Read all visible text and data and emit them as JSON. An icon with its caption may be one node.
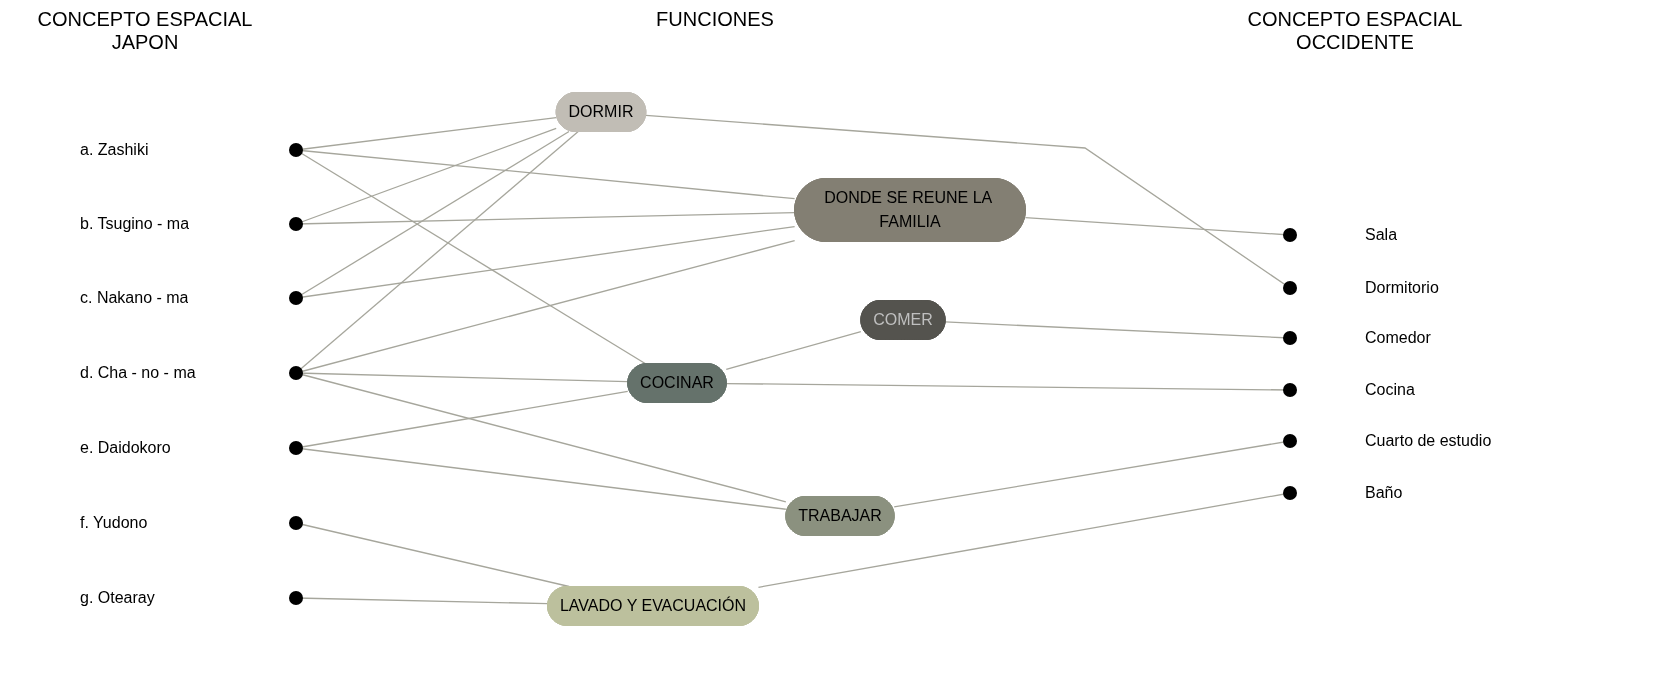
{
  "diagram": {
    "nodes": [
      {
        "text": [
          "a.  Zashiki"
        ]
      },
      {
        "text": [
          "b.  Tsugino - ma"
        ]
      },
      {
        "text": [
          "c.  Nakano - ma"
        ]
      },
      {
        "text": [
          "d.  Cha - no - ma"
        ]
      },
      {
        "text": [
          "e.  Daidokoro"
        ]
      },
      {
        "text": [
          "f.  Yudono"
        ]
      },
      {
        "text": [
          "g.  Otearay"
        ]
      },
      {
        "text": [
          "DORMIR"
        ]
      },
      {
        "text": [
          "DONDE SE REUNE LA FAMILIA"
        ]
      },
      {
        "text": [
          "COMER"
        ]
      },
      {
        "text": [
          "COCINAR"
        ]
      },
      {
        "text": [
          "TRABAJAR"
        ]
      },
      {
        "text": [
          "LAVADO Y EVACUACIÓN"
        ]
      },
      {
        "text": [
          "Sala"
        ]
      },
      {
        "text": [
          "Dormitorio"
        ]
      },
      {
        "text": [
          "Comedor"
        ]
      },
      {
        "text": [
          "Cocina"
        ]
      },
      {
        "text": [
          "Cuarto de estudio"
        ]
      },
      {
        "text": [
          "Baño"
        ]
      }
    ],
    "edges": [
      {
        "from": 0,
        "to": 7,
        "arrow": "none"
      },
      {
        "from": 0,
        "to": 8,
        "arrow": "none"
      },
      {
        "from": 0,
        "to": 10,
        "arrow": "none"
      },
      {
        "from": 1,
        "to": 7,
        "arrow": "none"
      },
      {
        "from": 1,
        "to": 8,
        "arrow": "none"
      },
      {
        "from": 2,
        "to": 7,
        "arrow": "none"
      },
      {
        "from": 2,
        "to": 8,
        "arrow": "none"
      },
      {
        "from": 3,
        "to": 7,
        "arrow": "none"
      },
      {
        "from": 3,
        "to": 8,
        "arrow": "none"
      },
      {
        "from": 3,
        "to": 10,
        "arrow": "none"
      },
      {
        "from": 3,
        "to": 11,
        "arrow": "none"
      },
      {
        "from": 4,
        "to": 10,
        "arrow": "none"
      },
      {
        "from": 4,
        "to": 11,
        "arrow": "none"
      },
      {
        "from": 5,
        "to": 12,
        "arrow": "none"
      },
      {
        "from": 6,
        "to": 12,
        "arrow": "none"
      },
      {
        "from": 7,
        "to": 14,
        "arrow": "none"
      },
      {
        "from": 8,
        "to": 13,
        "arrow": "none"
      },
      {
        "from": 10,
        "to": 9,
        "arrow": "none"
      },
      {
        "from": 9,
        "to": 15,
        "arrow": "none"
      },
      {
        "from": 10,
        "to": 16,
        "arrow": "none"
      },
      {
        "from": 11,
        "to": 17,
        "arrow": "none"
      },
      {
        "from": 12,
        "to": 18,
        "arrow": "none"
      }
    ],
    "labels": [
      "CONCEPTO ESPACIAL JAPON",
      "FUNCIONES",
      "CONCEPTO ESPACIAL OCCIDENTE"
    ]
  }
}
